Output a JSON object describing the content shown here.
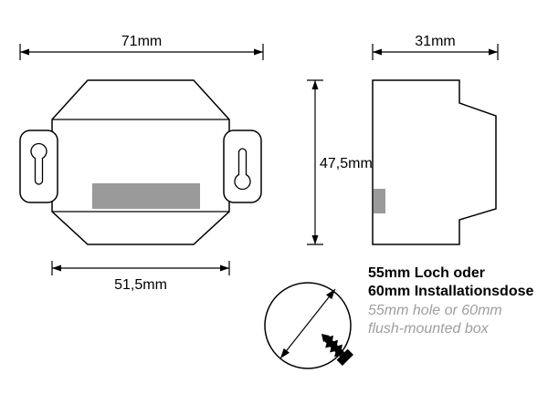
{
  "front_view": {
    "outer_width_label": "71mm",
    "body_width_label": "51,5mm",
    "height_label": "47,5mm"
  },
  "side_view": {
    "depth_label": "31mm"
  },
  "hole_detail": {
    "description_de_line1": "55mm Loch oder",
    "description_de_line2": "60mm Installationsdose",
    "description_en_line1": "55mm hole or 60mm",
    "description_en_line2": "flush-mounted box"
  },
  "icons": {
    "screw": "screw-icon",
    "diameter_arrow": "diameter-arrow-icon",
    "slots": "keyhole-slot-icon"
  },
  "colors": {
    "line": "#000000",
    "plate_gray": "#9a9a9a",
    "note_gray": "#9e9e9e"
  }
}
